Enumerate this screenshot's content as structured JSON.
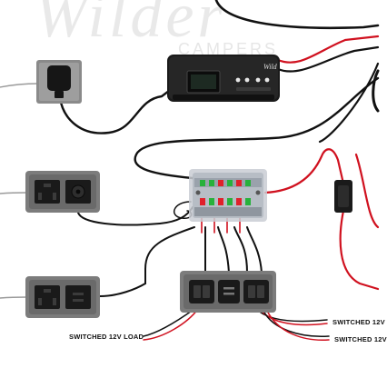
{
  "watermark": {
    "brand": "Wilder",
    "sub": "CAMPERS"
  },
  "charger": {
    "brand": "Wild"
  },
  "labels": {
    "load_bottom": "SWITCHED 12V LOAD",
    "load_right_1": "SWITCHED 12V",
    "load_right_2": "SWITCHED 12V"
  },
  "colors": {
    "wire_black": "#111111",
    "wire_red": "#d0111f",
    "wire_grey": "#9a9a9a",
    "panel_grey": "#7c7c7c",
    "fuse_green": "#27b13b",
    "fuse_red": "#e0202a"
  }
}
